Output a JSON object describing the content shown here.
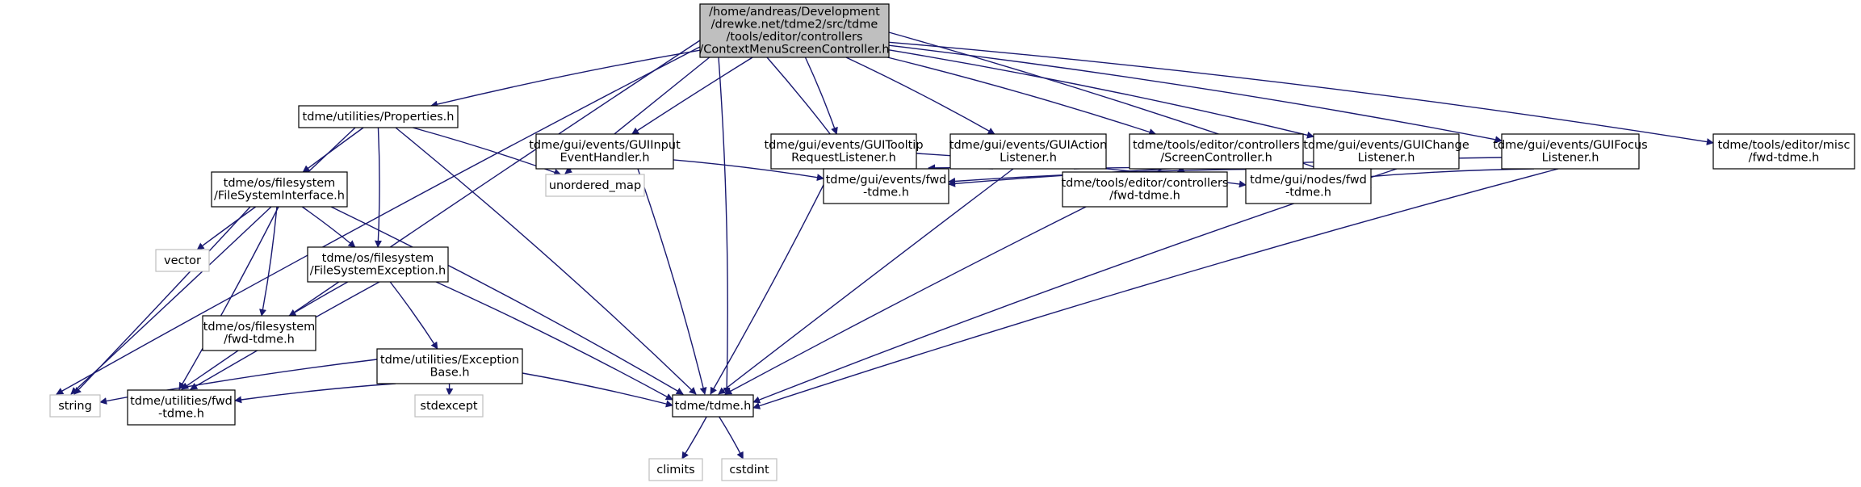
{
  "graph": {
    "root": {
      "id": "root",
      "lines": [
        "/home/andreas/Development",
        "/drewke.net/tdme2/src/tdme",
        "/tools/editor/controllers",
        "/ContextMenuScreenController.h"
      ]
    },
    "nodes": [
      {
        "id": "properties",
        "lines": [
          "tdme/utilities/Properties.h"
        ],
        "kind": "header"
      },
      {
        "id": "guiinput",
        "lines": [
          "tdme/gui/events/GUIInput",
          "EventHandler.h"
        ],
        "kind": "header"
      },
      {
        "id": "guitooltip",
        "lines": [
          "tdme/gui/events/GUITooltip",
          "RequestListener.h"
        ],
        "kind": "header"
      },
      {
        "id": "guiaction",
        "lines": [
          "tdme/gui/events/GUIAction",
          "Listener.h"
        ],
        "kind": "header"
      },
      {
        "id": "screencontroller",
        "lines": [
          "tdme/tools/editor/controllers",
          "/ScreenController.h"
        ],
        "kind": "header"
      },
      {
        "id": "guichange",
        "lines": [
          "tdme/gui/events/GUIChange",
          "Listener.h"
        ],
        "kind": "header"
      },
      {
        "id": "guifocus",
        "lines": [
          "tdme/gui/events/GUIFocus",
          "Listener.h"
        ],
        "kind": "header"
      },
      {
        "id": "miscfwd",
        "lines": [
          "tdme/tools/editor/misc",
          "/fwd-tdme.h"
        ],
        "kind": "header"
      },
      {
        "id": "fsinterface",
        "lines": [
          "tdme/os/filesystem",
          "/FileSystemInterface.h"
        ],
        "kind": "header"
      },
      {
        "id": "unordered_map",
        "lines": [
          "unordered_map"
        ],
        "kind": "system"
      },
      {
        "id": "eventsfwd",
        "lines": [
          "tdme/gui/events/fwd",
          "-tdme.h"
        ],
        "kind": "header"
      },
      {
        "id": "controllersfwd",
        "lines": [
          "tdme/tools/editor/controllers",
          "/fwd-tdme.h"
        ],
        "kind": "header"
      },
      {
        "id": "nodesfwd",
        "lines": [
          "tdme/gui/nodes/fwd",
          "-tdme.h"
        ],
        "kind": "header"
      },
      {
        "id": "vector",
        "lines": [
          "vector"
        ],
        "kind": "system"
      },
      {
        "id": "fsexception",
        "lines": [
          "tdme/os/filesystem",
          "/FileSystemException.h"
        ],
        "kind": "header"
      },
      {
        "id": "fsfwd",
        "lines": [
          "tdme/os/filesystem",
          "/fwd-tdme.h"
        ],
        "kind": "header"
      },
      {
        "id": "exceptionbase",
        "lines": [
          "tdme/utilities/Exception",
          "Base.h"
        ],
        "kind": "header"
      },
      {
        "id": "string",
        "lines": [
          "string"
        ],
        "kind": "system"
      },
      {
        "id": "utilfwd",
        "lines": [
          "tdme/utilities/fwd",
          "-tdme.h"
        ],
        "kind": "header"
      },
      {
        "id": "stdexcept",
        "lines": [
          "stdexcept"
        ],
        "kind": "system"
      },
      {
        "id": "tdme",
        "lines": [
          "tdme/tdme.h"
        ],
        "kind": "header"
      },
      {
        "id": "climits",
        "lines": [
          "climits"
        ],
        "kind": "system"
      },
      {
        "id": "cstdint",
        "lines": [
          "cstdint"
        ],
        "kind": "system"
      }
    ],
    "edges": [
      {
        "from": "root",
        "to": "properties"
      },
      {
        "from": "root",
        "to": "guiinput"
      },
      {
        "from": "root",
        "to": "guitooltip"
      },
      {
        "from": "root",
        "to": "guiaction"
      },
      {
        "from": "root",
        "to": "screencontroller"
      },
      {
        "from": "root",
        "to": "guichange"
      },
      {
        "from": "root",
        "to": "guifocus"
      },
      {
        "from": "root",
        "to": "miscfwd"
      },
      {
        "from": "root",
        "to": "string"
      },
      {
        "from": "root",
        "to": "utilfwd"
      },
      {
        "from": "root",
        "to": "unordered_map"
      },
      {
        "from": "root",
        "to": "tdme"
      },
      {
        "from": "root",
        "to": "eventsfwd"
      },
      {
        "from": "root",
        "to": "nodesfwd"
      },
      {
        "from": "properties",
        "to": "fsinterface"
      },
      {
        "from": "properties",
        "to": "fsexception"
      },
      {
        "from": "properties",
        "to": "unordered_map"
      },
      {
        "from": "properties",
        "to": "string"
      },
      {
        "from": "properties",
        "to": "tdme"
      },
      {
        "from": "fsinterface",
        "to": "vector"
      },
      {
        "from": "fsinterface",
        "to": "fsexception"
      },
      {
        "from": "fsinterface",
        "to": "fsfwd"
      },
      {
        "from": "fsinterface",
        "to": "string"
      },
      {
        "from": "fsinterface",
        "to": "utilfwd"
      },
      {
        "from": "fsinterface",
        "to": "tdme"
      },
      {
        "from": "fsexception",
        "to": "fsfwd"
      },
      {
        "from": "fsexception",
        "to": "exceptionbase"
      },
      {
        "from": "fsexception",
        "to": "utilfwd"
      },
      {
        "from": "fsexception",
        "to": "tdme"
      },
      {
        "from": "exceptionbase",
        "to": "string"
      },
      {
        "from": "exceptionbase",
        "to": "utilfwd"
      },
      {
        "from": "exceptionbase",
        "to": "stdexcept"
      },
      {
        "from": "exceptionbase",
        "to": "tdme"
      },
      {
        "from": "guiinput",
        "to": "eventsfwd"
      },
      {
        "from": "guiinput",
        "to": "tdme"
      },
      {
        "from": "guitooltip",
        "to": "eventsfwd"
      },
      {
        "from": "guitooltip",
        "to": "nodesfwd"
      },
      {
        "from": "guitooltip",
        "to": "tdme"
      },
      {
        "from": "guiaction",
        "to": "eventsfwd"
      },
      {
        "from": "guiaction",
        "to": "nodesfwd"
      },
      {
        "from": "guiaction",
        "to": "tdme"
      },
      {
        "from": "screencontroller",
        "to": "controllersfwd"
      },
      {
        "from": "screencontroller",
        "to": "nodesfwd"
      },
      {
        "from": "screencontroller",
        "to": "tdme"
      },
      {
        "from": "guichange",
        "to": "eventsfwd"
      },
      {
        "from": "guichange",
        "to": "nodesfwd"
      },
      {
        "from": "guichange",
        "to": "tdme"
      },
      {
        "from": "guifocus",
        "to": "eventsfwd"
      },
      {
        "from": "guifocus",
        "to": "nodesfwd"
      },
      {
        "from": "guifocus",
        "to": "tdme"
      },
      {
        "from": "tdme",
        "to": "climits"
      },
      {
        "from": "tdme",
        "to": "cstdint"
      }
    ],
    "colors": {
      "edge": "#191970",
      "root_fill": "#bfbfbf",
      "root_border": "#000000",
      "header_border": "#000000",
      "system_border": "#bfbfbf",
      "system_text": "#000000",
      "background": "#ffffff"
    }
  }
}
